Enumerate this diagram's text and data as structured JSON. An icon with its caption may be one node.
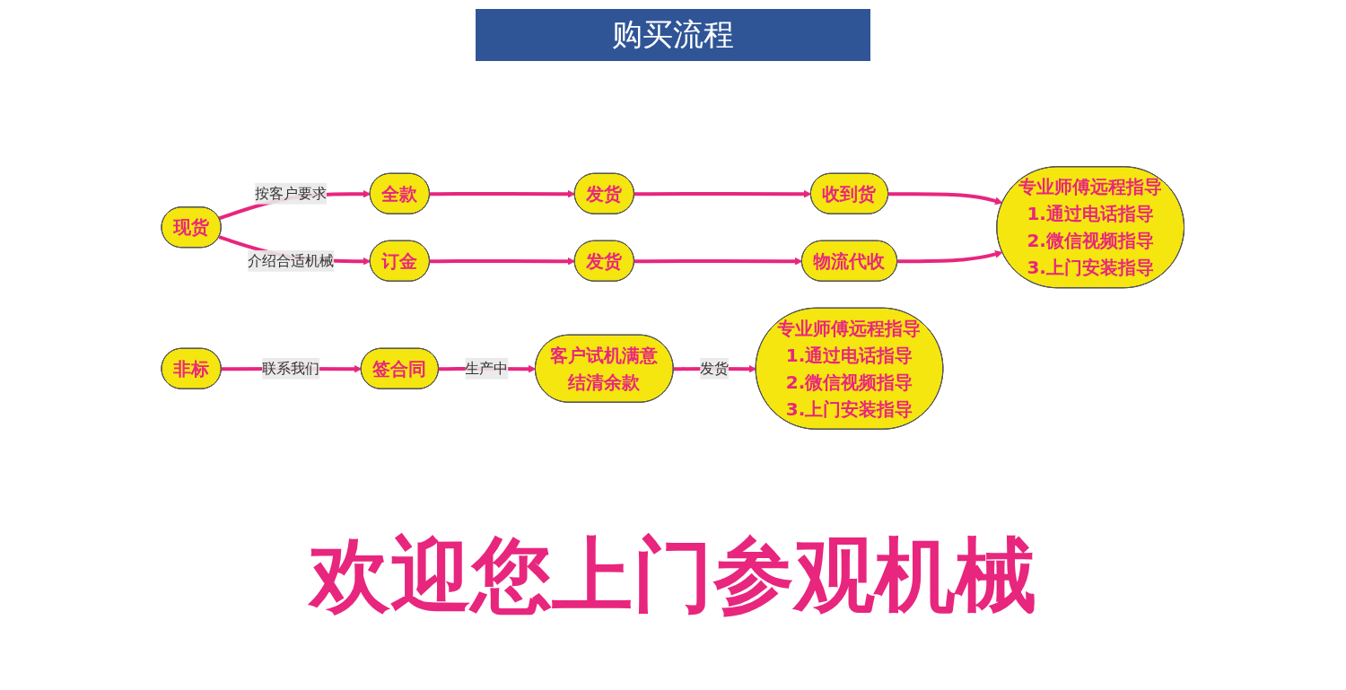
{
  "diagram": {
    "title": "购买流程",
    "nodes": [
      {
        "text": [
          "现货"
        ]
      },
      {
        "text": [
          "全款"
        ]
      },
      {
        "text": [
          "订金"
        ]
      },
      {
        "text": [
          "发货"
        ]
      },
      {
        "text": [
          "发货"
        ]
      },
      {
        "text": [
          "收到货"
        ]
      },
      {
        "text": [
          "物流代收"
        ]
      },
      {
        "text": [
          "专业师傅远程指导",
          "1.通过电话指导",
          "2.微信视频指导",
          "3.上门安装指导"
        ]
      },
      {
        "text": [
          "非标"
        ]
      },
      {
        "text": [
          "签合同"
        ]
      },
      {
        "text": [
          "客户试机满意",
          "结清余款"
        ]
      },
      {
        "text": [
          "专业师傅远程指导",
          "1.通过电话指导",
          "2.微信视频指导",
          "3.上门安装指导"
        ]
      }
    ],
    "edges": [
      {
        "from": 0,
        "to": 1,
        "arrow": "to",
        "label": "按客户要求"
      },
      {
        "from": 0,
        "to": 2,
        "arrow": "to",
        "label": "介绍合适机械"
      },
      {
        "from": 1,
        "to": 3,
        "arrow": "to"
      },
      {
        "from": 3,
        "to": 5,
        "arrow": "to"
      },
      {
        "from": 5,
        "to": 7,
        "arrow": "to"
      },
      {
        "from": 2,
        "to": 4,
        "arrow": "to"
      },
      {
        "from": 4,
        "to": 6,
        "arrow": "to"
      },
      {
        "from": 6,
        "to": 7,
        "arrow": "to"
      },
      {
        "from": 8,
        "to": 9,
        "arrow": "to",
        "label": "联系我们"
      },
      {
        "from": 9,
        "to": 10,
        "arrow": "to",
        "label": "生产中"
      },
      {
        "from": 10,
        "to": 11,
        "arrow": "to",
        "label": "发货"
      }
    ],
    "labels": [
      "欢迎您上门参观机械"
    ]
  }
}
